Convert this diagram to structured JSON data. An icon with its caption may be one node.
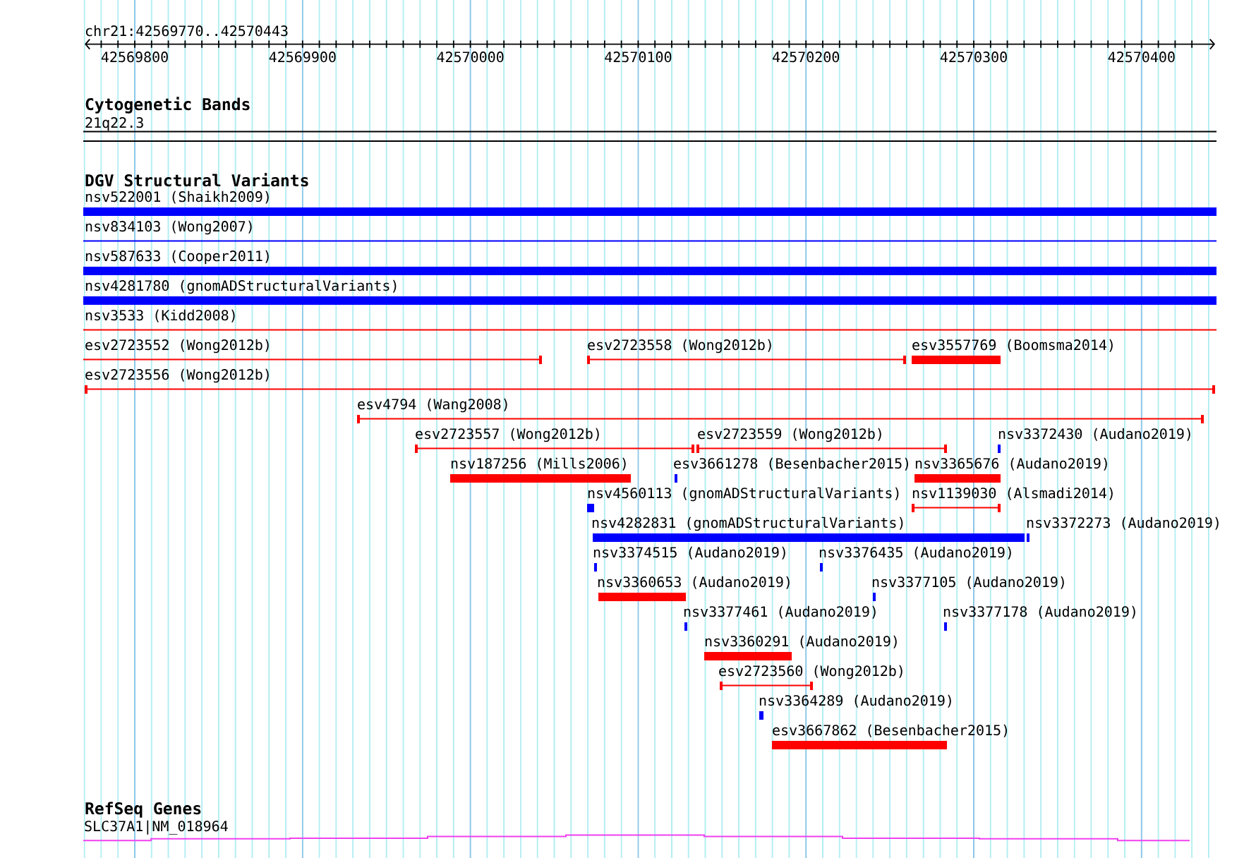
{
  "diagram": {
    "nodes": [
      {
        "text": [
          "21q22.3"
        ]
      },
      {
        "text": [
          "nsv522001 (Shaikh2009)"
        ]
      },
      {
        "text": [
          "nsv834103 (Wong2007)"
        ]
      },
      {
        "text": [
          "nsv587633 (Cooper2011)"
        ]
      },
      {
        "text": [
          "nsv4281780 (gnomADStructuralVariants)"
        ]
      },
      {
        "text": [
          "nsv3533 (Kidd2008)"
        ]
      },
      {
        "text": [
          "esv2723552 (Wong2012b)"
        ]
      },
      {
        "text": [
          "esv2723558 (Wong2012b)"
        ]
      },
      {
        "text": [
          "esv3557769 (Boomsma2014)"
        ]
      },
      {
        "text": [
          "esv2723556 (Wong2012b)"
        ]
      },
      {
        "text": [
          "esv4794 (Wang2008)"
        ]
      },
      {
        "text": [
          "esv2723557 (Wong2012b)"
        ]
      },
      {
        "text": [
          "esv2723559 (Wong2012b)"
        ]
      },
      {
        "text": [
          "nsv3372430 (Audano2019)"
        ]
      },
      {
        "text": [
          "nsv187256 (Mills2006)"
        ]
      },
      {
        "text": [
          "esv3661278 (Besenbacher2015)"
        ]
      },
      {
        "text": [
          "nsv3365676 (Audano2019)"
        ]
      },
      {
        "text": [
          "nsv4560113 (gnomADStructuralVariants)"
        ]
      },
      {
        "text": [
          "nsv1139030 (Alsmadi2014)"
        ]
      },
      {
        "text": [
          "nsv4282831 (gnomADStructuralVariants)"
        ]
      },
      {
        "text": [
          "nsv3372273 (Audano2019)"
        ]
      },
      {
        "text": [
          "nsv3374515 (Audano2019)"
        ]
      },
      {
        "text": [
          "nsv3376435 (Audano2019)"
        ]
      },
      {
        "text": [
          "nsv3360653 (Audano2019)"
        ]
      },
      {
        "text": [
          "nsv3377105 (Audano2019)"
        ]
      },
      {
        "text": [
          "nsv3377461 (Audano2019)"
        ]
      },
      {
        "text": [
          "nsv3377178 (Audano2019)"
        ]
      },
      {
        "text": [
          "nsv3360291 (Audano2019)"
        ]
      },
      {
        "text": [
          "esv2723560 (Wong2012b)"
        ]
      },
      {
        "text": [
          "nsv3364289 (Audano2019)"
        ]
      },
      {
        "text": [
          "esv3667862 (Besenbacher2015)"
        ]
      },
      {
        "text": [
          "SLC37A1|NM_018964"
        ]
      }
    ],
    "labels": [
      "chr21:42569770..42570443",
      "42569800",
      "42569900",
      "42570000",
      "42570100",
      "42570200",
      "42570300",
      "42570400",
      "Cytogenetic Bands",
      "DGV Structural Variants",
      "RefSeq Genes"
    ]
  }
}
